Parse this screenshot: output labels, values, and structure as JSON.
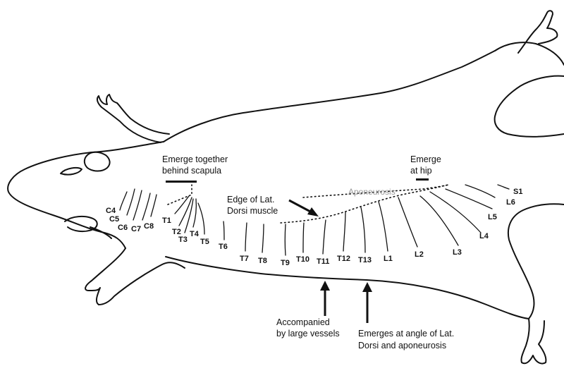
{
  "annotations": {
    "scapula_l1": "Emerge together",
    "scapula_l2": "behind scapula",
    "hip_l1": "Emerge",
    "hip_l2": "at hip",
    "aponeurosis": "Aponeurosis",
    "latdorsi_l1": "Edge of Lat.",
    "latdorsi_l2": "Dorsi muscle",
    "vessels_l1": "Accompanied",
    "vessels_l2": "by large vessels",
    "angle_l1": "Emerges at angle of Lat.",
    "angle_l2": "Dorsi and aponeurosis"
  },
  "nerve_labels": {
    "C4": "C4",
    "C5": "C5",
    "C6": "C6",
    "C7": "C7",
    "C8": "C8",
    "T1": "T1",
    "T2": "T2",
    "T3": "T3",
    "T4": "T4",
    "T5": "T5",
    "T6": "T6",
    "T7": "T7",
    "T8": "T8",
    "T9": "T9",
    "T10": "T10",
    "T11": "T11",
    "T12": "T12",
    "T13": "T13",
    "L1": "L1",
    "L2": "L2",
    "L3": "L3",
    "L4": "L4",
    "L5": "L5",
    "L6": "L6",
    "S1": "S1"
  }
}
